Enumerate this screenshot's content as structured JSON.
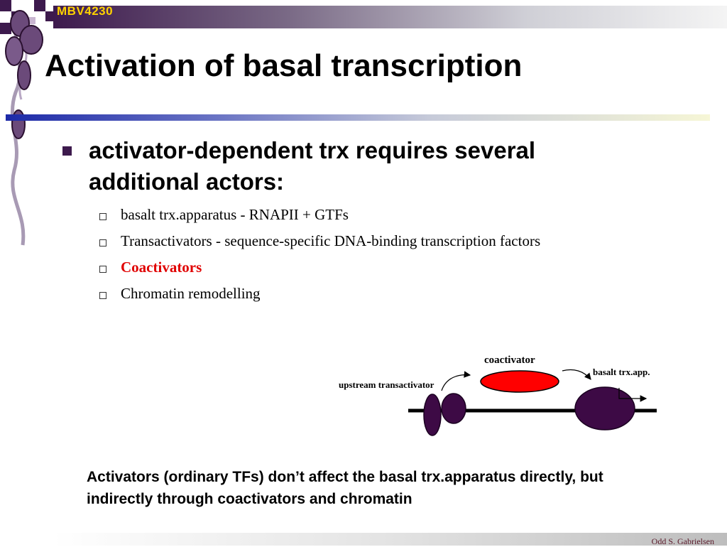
{
  "header": {
    "course_code": "MBV4230"
  },
  "slide": {
    "title": "Activation of basal transcription",
    "main_bullet": "activator-dependent trx requires several additional actors:",
    "sub_bullets": [
      "basalt trx.apparatus - RNAPII + GTFs",
      "Transactivators - sequence-specific DNA-binding transcription factors",
      "Coactivators",
      "Chromatin remodelling"
    ],
    "highlight_color": "#e00000"
  },
  "diagram": {
    "label_coactivator": "coactivator",
    "label_basal": "basalt trx.app.",
    "label_upstream": "upstream transactivator",
    "coactivator_color": "#ff0000",
    "protein_color": "#3d0a45"
  },
  "caption": "Activators (ordinary TFs) don’t affect the basal trx.apparatus directly, but indirectly through coactivators and chromatin",
  "footer": {
    "author": "Odd S. Gabrielsen"
  },
  "accent_colors": {
    "purple": "#3d1a4d",
    "gold": "#ffd200",
    "blue": "#1d2aa8"
  }
}
